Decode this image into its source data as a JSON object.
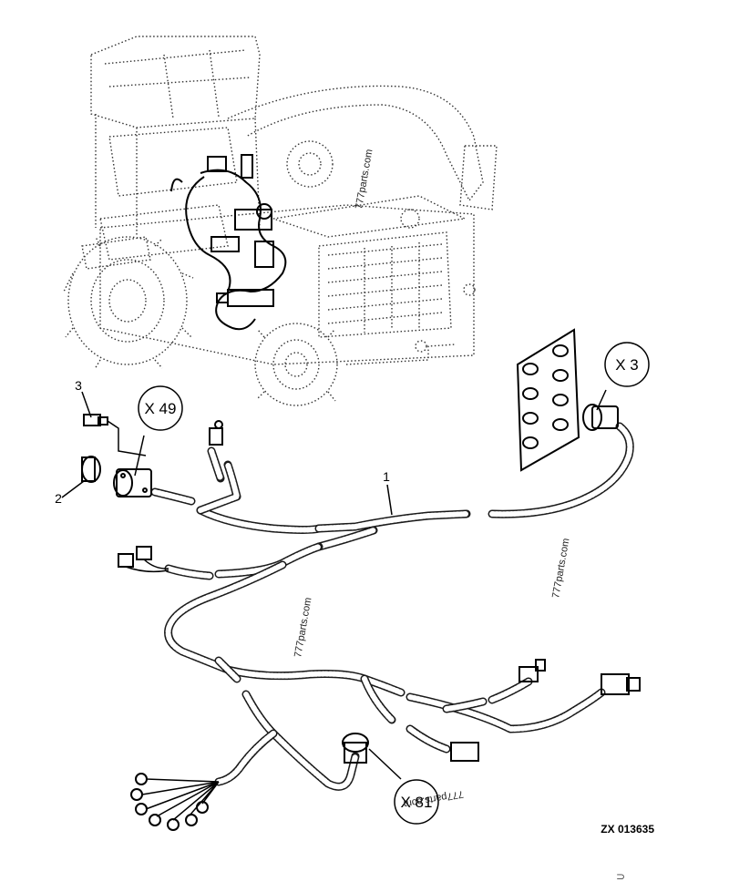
{
  "diagram": {
    "reference_code": "ZX 013635",
    "callouts": [
      {
        "id": "X 49"
      },
      {
        "id": "X 3"
      },
      {
        "id": "X 81"
      }
    ],
    "part_numbers": {
      "p1": "1",
      "p2": "2",
      "p3": "3"
    },
    "watermarks": [
      "777parts.com",
      "777parts.com",
      "777parts.com",
      "777parts.com"
    ],
    "corner_mark": "⊃"
  }
}
